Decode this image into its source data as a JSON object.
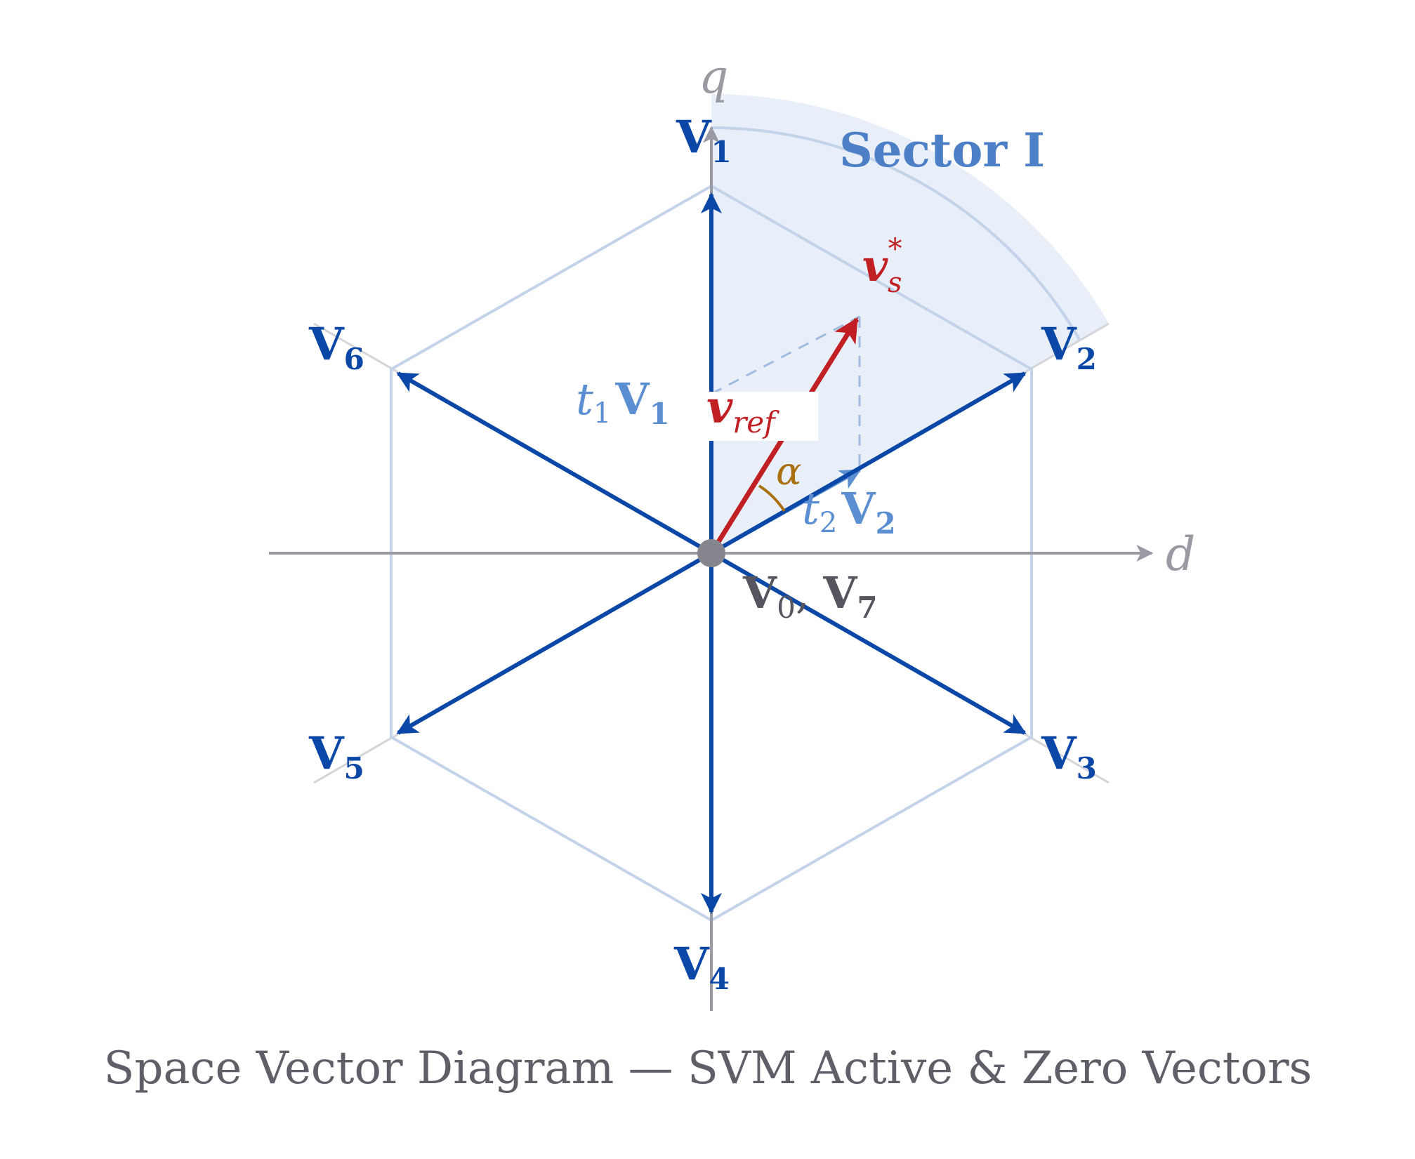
{
  "colors": {
    "axis": "#9a9aa3",
    "hexagon": "#c3d3ea",
    "active_vector": "#0a47a6",
    "reference": "#c01f23",
    "component": "#5c8ed2",
    "sector_fill": "#e8eff8",
    "sector_text": "#4d7fc7",
    "angle": "#a8700f",
    "zero": "#55555e",
    "caption": "#5f5f68"
  },
  "axes": {
    "d_label": "d",
    "q_label": "q"
  },
  "sector": {
    "label": "Sector I"
  },
  "vectors": [
    {
      "id": "V1",
      "letter": "V",
      "sub": "1"
    },
    {
      "id": "V2",
      "letter": "V",
      "sub": "2"
    },
    {
      "id": "V3",
      "letter": "V",
      "sub": "3"
    },
    {
      "id": "V4",
      "letter": "V",
      "sub": "4"
    },
    {
      "id": "V5",
      "letter": "V",
      "sub": "5"
    },
    {
      "id": "V6",
      "letter": "V",
      "sub": "6"
    }
  ],
  "zero_vectors": {
    "a_letter": "V",
    "a_sub": "0",
    "sep": ", ",
    "b_letter": "V",
    "b_sub": "7"
  },
  "reference_vector": {
    "name": "v",
    "sub": "ref"
  },
  "vs_star": {
    "name": "v",
    "sub": "s",
    "sup": "*"
  },
  "components": {
    "t1": {
      "t": "t",
      "t_sub": "1",
      "v": "V",
      "v_sub": "1"
    },
    "t2": {
      "t": "t",
      "t_sub": "2",
      "v": "V",
      "v_sub": "2"
    }
  },
  "angle_label": "α",
  "caption": "Space Vector Diagram — SVM Active & Zero Vectors"
}
